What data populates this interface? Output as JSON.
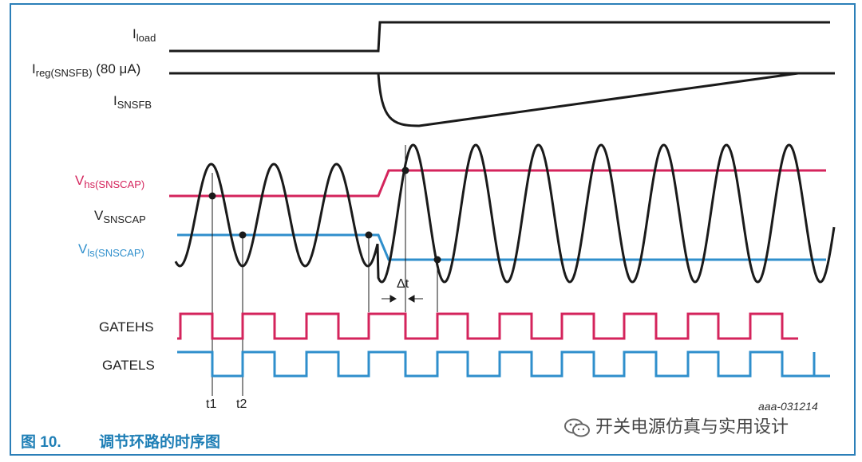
{
  "signals": {
    "iload": {
      "main": "I",
      "sub": "load"
    },
    "ireg": {
      "main": "I",
      "sub": "reg(SNSFB)",
      "suffix": " (80 μA)"
    },
    "isnsfb": {
      "main": "I",
      "sub": "SNSFB"
    },
    "vhs": {
      "main": "V",
      "sub": "hs(SNSCAP)"
    },
    "vsnscap": {
      "main": "V",
      "sub": "SNSCAP"
    },
    "vls": {
      "main": "V",
      "sub": "ls(SNSCAP)"
    },
    "gatehs": "GATEHS",
    "gatels": "GATELS"
  },
  "markers": {
    "t1": "t1",
    "t2": "t2",
    "delta": "Δt"
  },
  "doc_id": "aaa-031214",
  "figure": {
    "number": "图 10.",
    "title": "调节环路的时序图"
  },
  "watermark": "开关电源仿真与实用设计",
  "colors": {
    "red": "#d4245c",
    "blue": "#2f8fcc",
    "black": "#1a1a1a",
    "frame": "#2b7fb8"
  }
}
